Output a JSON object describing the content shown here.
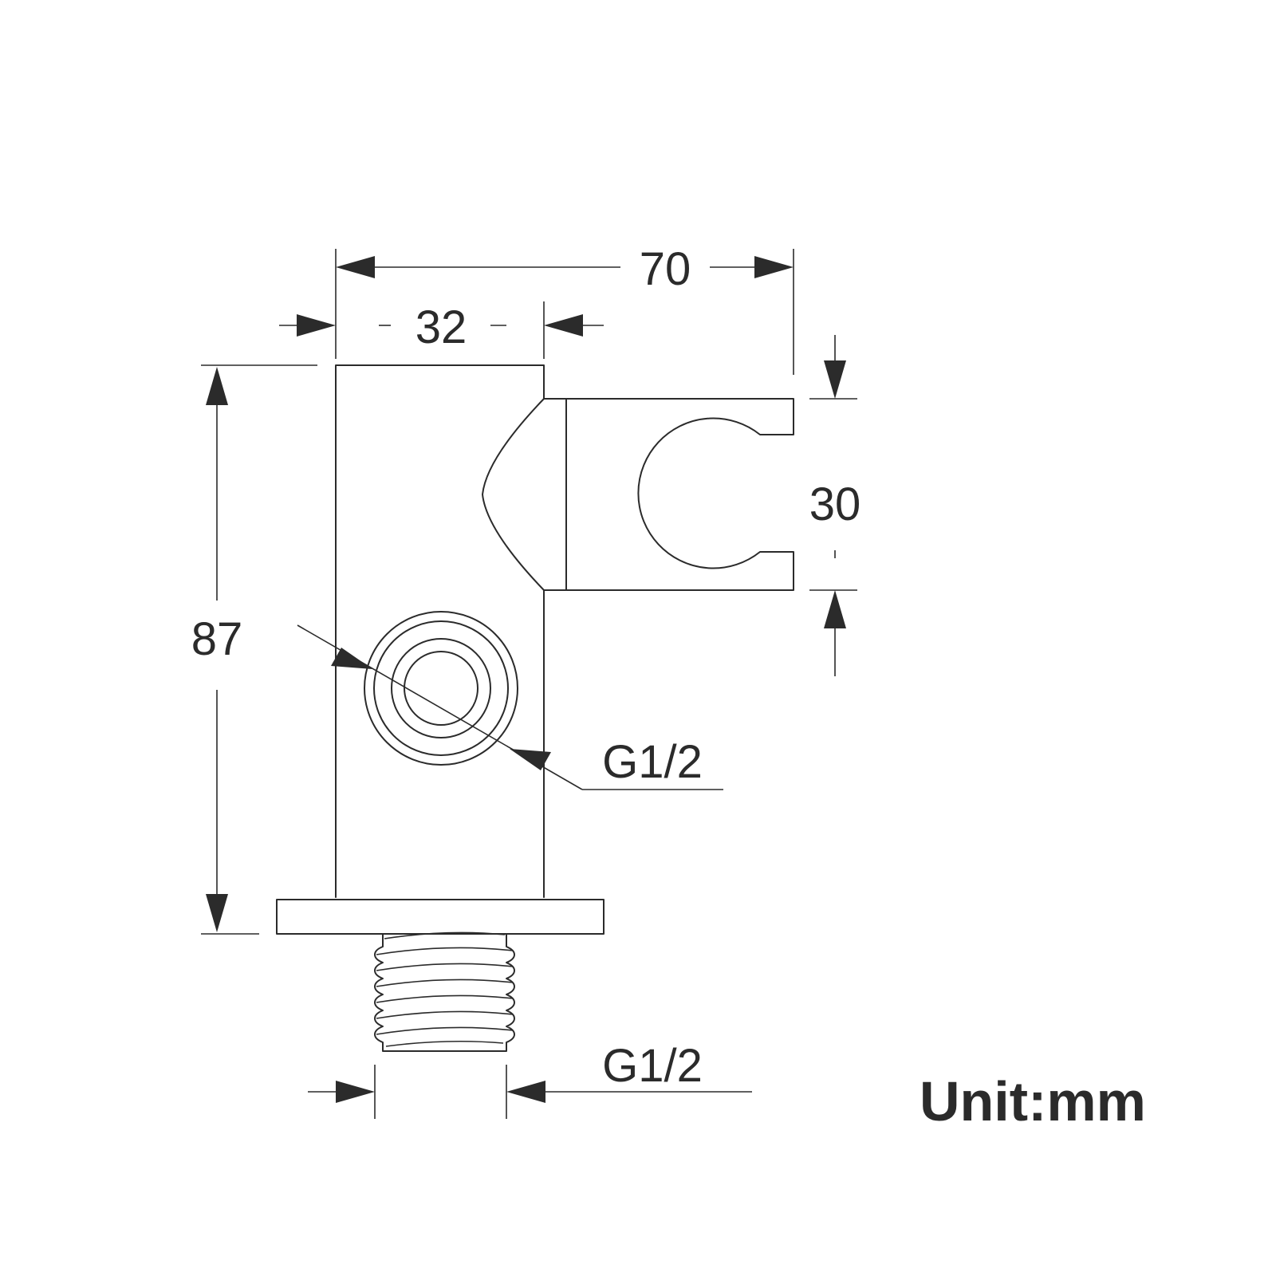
{
  "dimensions": {
    "total_length": "70",
    "body_width": "32",
    "height": "87",
    "holder_height": "30",
    "side_port": "G1/2",
    "bottom_thread": "G1/2"
  },
  "unit_label": "Unit:mm"
}
